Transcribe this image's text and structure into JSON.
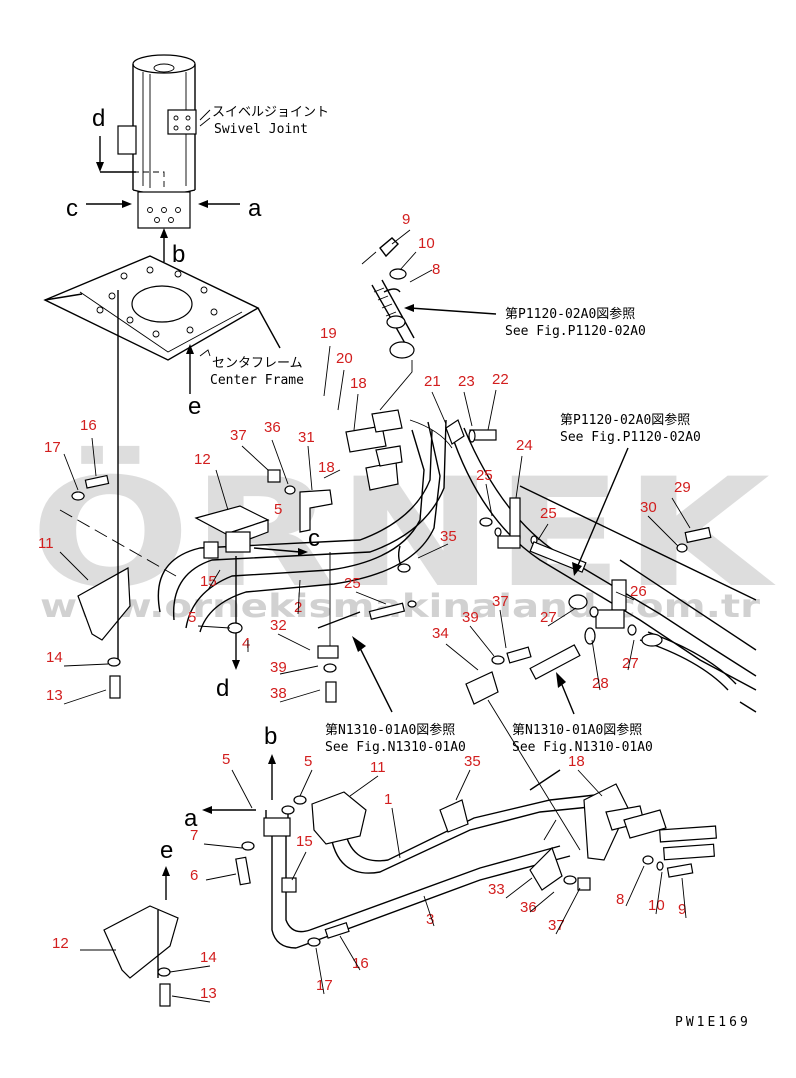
{
  "labels": {
    "swivel_jp": "スイベルジョイント",
    "swivel_en": "Swivel Joint",
    "frame_jp": "センタフレーム",
    "frame_en": "Center Frame",
    "ref_p1120_jp": "第P1120-02A0図参照",
    "ref_p1120_en": "See Fig.P1120-02A0",
    "ref_n1310_jp": "第N1310-01A0図参照",
    "ref_n1310_en": "See Fig.N1310-01A0",
    "drawing_code": "PW1E169"
  },
  "views": {
    "a": "a",
    "b": "b",
    "c": "c",
    "d": "d",
    "e": "e"
  },
  "callouts": {
    "n1": "1",
    "n2": "2",
    "n3": "3",
    "n4": "4",
    "n5": "5",
    "n6": "6",
    "n7": "7",
    "n8": "8",
    "n9": "9",
    "n10": "10",
    "n11": "11",
    "n12": "12",
    "n13": "13",
    "n14": "14",
    "n15": "15",
    "n16": "16",
    "n17": "17",
    "n18": "18",
    "n19": "19",
    "n20": "20",
    "n21": "21",
    "n22": "22",
    "n23": "23",
    "n24": "24",
    "n25": "25",
    "n26": "26",
    "n27": "27",
    "n28": "28",
    "n29": "29",
    "n30": "30",
    "n31": "31",
    "n32": "32",
    "n33": "33",
    "n34": "34",
    "n35": "35",
    "n36": "36",
    "n37": "37",
    "n38": "38",
    "n39": "39"
  },
  "watermark": {
    "main": "ÖRNEK",
    "sub": "www.ornekismakinaland.com.tr"
  },
  "colors": {
    "callout": "#d21e1e",
    "line": "#000000",
    "watermark": "#9a9a9a"
  }
}
